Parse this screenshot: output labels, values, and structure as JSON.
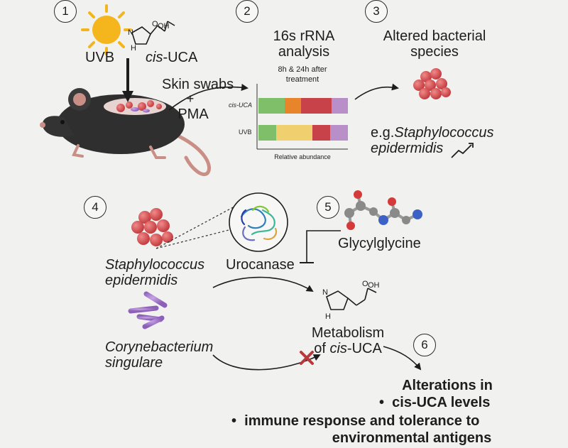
{
  "steps": [
    "1",
    "2",
    "3",
    "4",
    "5",
    "6"
  ],
  "labels": {
    "uvb": "UVB",
    "cis_uca_prefix": "cis",
    "cis_uca_suffix": "-UCA",
    "skin_swabs": "Skin swabs",
    "plus": "+",
    "pma": "PMA",
    "rrna_line1": "16s rRNA",
    "rrna_line2": "analysis",
    "altered_line1": "Altered bacterial",
    "altered_line2": "species",
    "eg_prefix": "e.g.",
    "staph_line1": "Staphylococcus",
    "staph_line2": "epidermidis",
    "staph4_line1": "Staphylococcus",
    "staph4_line2": "epidermidis",
    "coryne_line1": "Corynebacterium",
    "coryne_line2": "singulare",
    "urocanase": "Urocanase",
    "glycylglycine": "Glycylglycine",
    "metabolism_line1": "Metabolism",
    "metabolism_line2_prefix": "of ",
    "metabolism_line2_italic": "cis",
    "metabolism_line2_suffix": "-UCA",
    "alterations": "Alterations in",
    "bullet1": "cis-UCA levels",
    "bullet2_line1": "immune response and tolerance to",
    "bullet2_line2": "environmental antigens",
    "bullet_symbol": "•"
  },
  "chemistry": {
    "oh": "OH",
    "o": "O",
    "n": "N",
    "h": "H",
    "nh": "N\nH"
  },
  "chart_data": {
    "type": "bar",
    "title": "8h & 24h after treatment",
    "title_line1": "8h & 24h after",
    "title_line2": "treatment",
    "xlabel": "Relative abundance",
    "ylabel": "",
    "categories": [
      "cis-UCA",
      "UVB"
    ],
    "stacked_fractions": [
      [
        0.29,
        0.19,
        0.34,
        0.18
      ],
      [
        0.2,
        0.4,
        0.2,
        0.2
      ]
    ],
    "segment_colors": [
      "#7fbf6a",
      "#e8852a",
      "#c8424a",
      "#b98fc9",
      "#f0cf6e"
    ],
    "color_map": [
      [
        0,
        1,
        2,
        3
      ],
      [
        0,
        4,
        2,
        3
      ]
    ]
  }
}
